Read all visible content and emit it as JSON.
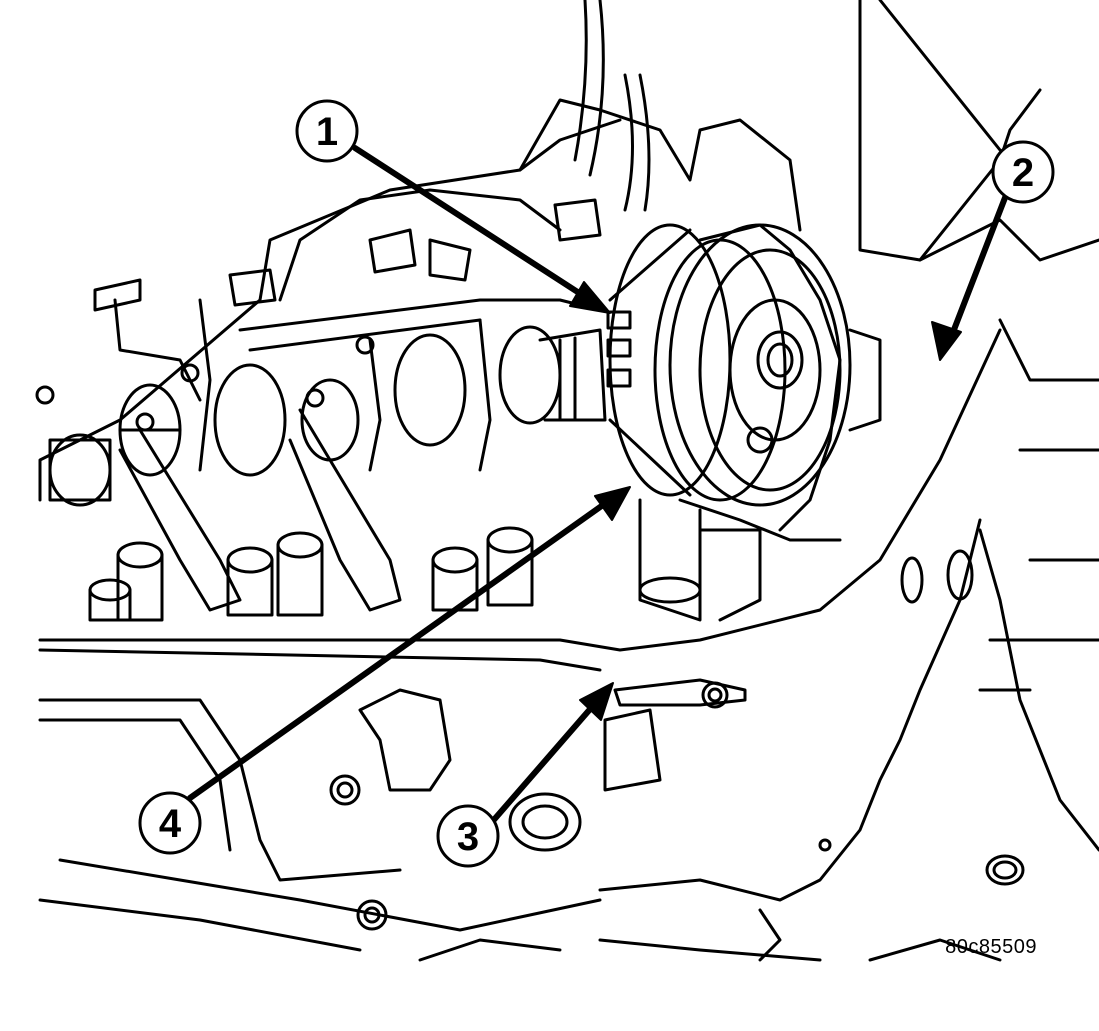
{
  "figure": {
    "id": "80c85509",
    "callouts": [
      {
        "number": "1"
      },
      {
        "number": "2"
      },
      {
        "number": "3"
      },
      {
        "number": "4"
      }
    ]
  },
  "colors": {
    "line": "#000000",
    "background": "#ffffff"
  }
}
